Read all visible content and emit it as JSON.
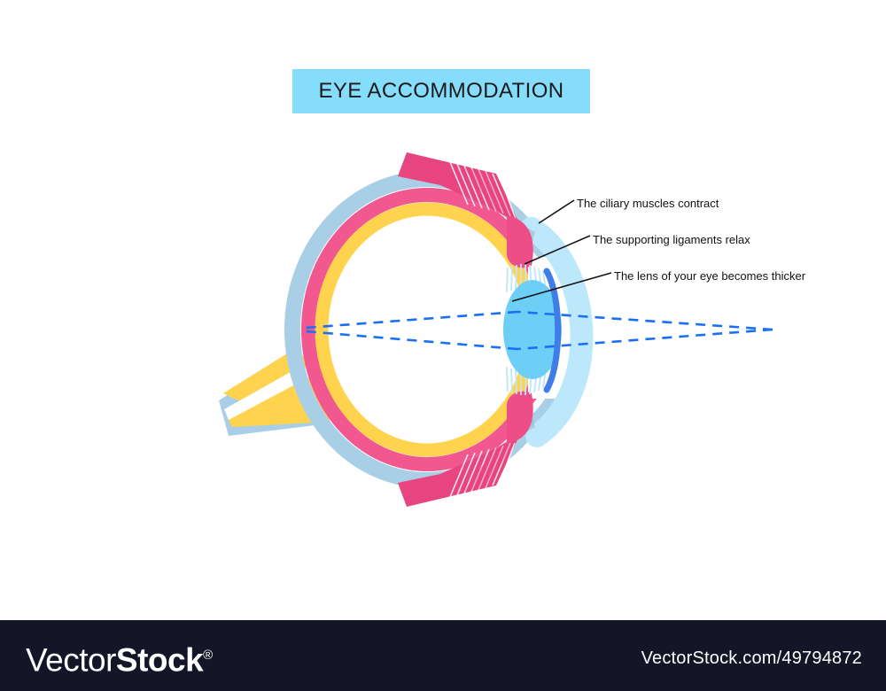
{
  "title": {
    "text": "EYE ACCOMMODATION",
    "banner_color": "#86dcfb",
    "text_color": "#1a1a1a"
  },
  "annotations": [
    {
      "id": "ciliary",
      "label": "The ciliary muscles contract"
    },
    {
      "id": "ligaments",
      "label": "The supporting ligaments relax"
    },
    {
      "id": "lens",
      "label": "The lens of your eye becomes thicker"
    }
  ],
  "diagram": {
    "name": "eye-accommodation-cross-section",
    "colors": {
      "sclera": "#a8cfe6",
      "choroid": "#f0588f",
      "retina": "#ffd34e",
      "cornea": "#bde7fb",
      "lens": "#6dcff6",
      "lens_capsule": "#3f7ee8",
      "iris": "#ee4e87",
      "ciliary_muscle": "#e8447f",
      "zonules": "#bde7fb",
      "light_ray": "#1a6ff5",
      "leader_line": "#111111",
      "background": "#ffffff"
    },
    "parts": [
      "sclera",
      "choroid",
      "retina",
      "optic-nerve",
      "cornea",
      "lens",
      "lens-capsule",
      "iris",
      "ciliary-muscle-upper",
      "ciliary-muscle-lower",
      "zonule-fibers-upper",
      "zonule-fibers-lower",
      "light-rays"
    ]
  },
  "footer": {
    "logo_light": "Vector",
    "logo_bold": "Stock",
    "logo_registered": "®",
    "url": "VectorStock.com/49794872",
    "background": "#141527",
    "text_color": "#ffffff"
  }
}
